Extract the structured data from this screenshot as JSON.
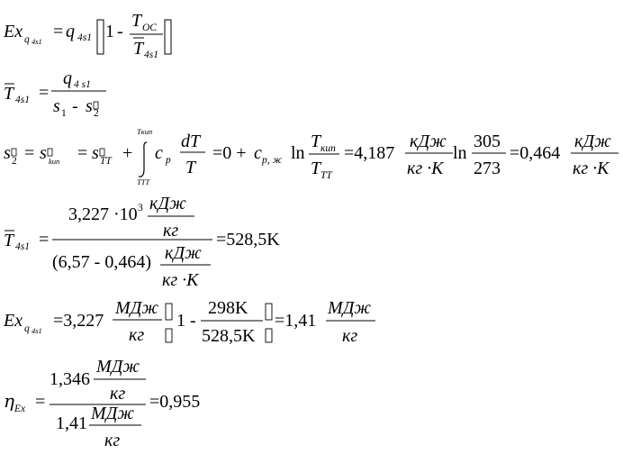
{
  "document": {
    "equation_1": {
      "lhs_symbol": "Ex",
      "lhs_sub": "q",
      "lhs_subsub": "4s1",
      "equals": "=",
      "q_symbol": "q",
      "q_sub": "4s1",
      "one": "1",
      "minus": "-",
      "t_oc": "T",
      "t_oc_sub": "OC",
      "t_bar": "T",
      "t_bar_sub": "4s1"
    },
    "equation_2": {
      "lhs": "T",
      "lhs_sub": "4s1",
      "equals": "=",
      "num": "q",
      "num_sub": "4 s1",
      "den_s1": "s",
      "den_s1_sub": "1",
      "den_minus": "-",
      "den_s2": "s",
      "den_s2_sub": "2"
    },
    "equation_3": {
      "s2": "s",
      "s2_sub": "2",
      "eq": "=",
      "s_kip": "s",
      "s_kip_sub": "kип",
      "s_tt": "s",
      "s_tt_sub": "TT",
      "plus": "+",
      "upper_limit": "Tкип",
      "lower_limit": "TTT",
      "integrand_c": "c",
      "integrand_sub": "p",
      "dT": "dT",
      "T": "T",
      "zero_plus": "=0 +",
      "c2": "c",
      "c2_sub": "p, ж",
      "ln": "ln",
      "ln_num": "T",
      "ln_num_sub": "кип",
      "ln_den": "T",
      "ln_den_sub": "TT",
      "value_1": "=4,187",
      "unit_num_1": "кДж",
      "unit_den_1": "кг ·K",
      "ln2": "ln",
      "frac_num": "305",
      "frac_den": "273",
      "value_2": "=0,464",
      "unit_num_2": "кДж",
      "unit_den_2": "кг ·K"
    },
    "equation_4": {
      "lhs": "T",
      "lhs_sub": "4s1",
      "equals": "=",
      "num_value": "3,227 ·10",
      "num_exp": "3",
      "num_unit_num": "кДж",
      "num_unit_den": "кг",
      "den_paren": "(6,57 -  0,464)",
      "den_unit_num": "кДж",
      "den_unit_den": "кг ·K",
      "result": "=528,5K"
    },
    "equation_5": {
      "lhs": "Ex",
      "lhs_sub": "q",
      "lhs_subsub": "4s1",
      "value": "=3,227",
      "unit_num": "МДж",
      "unit_den": "кг",
      "one_minus": "1 -",
      "frac_num": "298K",
      "frac_den": "528,5K",
      "result": "=1,41",
      "result_unit_num": "МДж",
      "result_unit_den": "кг"
    },
    "equation_6": {
      "lhs": "η",
      "lhs_sub": "Ex",
      "equals": "=",
      "num_value": "1,346",
      "num_unit_num": "МДж",
      "num_unit_den": "кг",
      "den_value": "1,41",
      "den_unit_num": "МДж",
      "den_unit_den": "кг",
      "result": "=0,955"
    }
  }
}
